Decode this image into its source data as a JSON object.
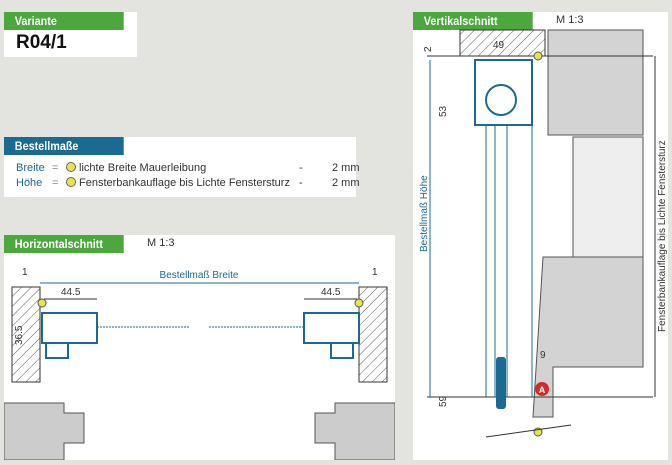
{
  "variante": {
    "header": "Variante",
    "value": "R04/1"
  },
  "bestellmasse": {
    "header": "Bestellmaße",
    "rows": [
      {
        "key": "Breite",
        "eq": "=",
        "desc": "lichte Breite Mauerleibung",
        "dash": "-",
        "value": "2 mm"
      },
      {
        "key": "Höhe",
        "eq": "=",
        "desc": "Fensterbankauflage bis Lichte Fenstersturz",
        "dash": "-",
        "value": "2 mm"
      }
    ]
  },
  "horizontal": {
    "header": "Horizontalschnitt",
    "scale": "M 1:3",
    "dim_width_label": "Bestellmaß Breite",
    "dim_left_gap": "1",
    "dim_right_gap": "1",
    "dim_left_depth": "44.5",
    "dim_right_depth": "44.5",
    "dim_side": "36.5"
  },
  "vertical": {
    "header": "Vertikalschnitt",
    "scale": "M 1:3",
    "dim_top_gap": "2",
    "dim_box_width": "49",
    "dim_box_height": "53",
    "dim_bottom": "59",
    "dim_offset": "9",
    "height_label": "Bestellmaß Höhe",
    "right_label": "Fensterbankauflage bis Lichte Fenstersturz",
    "marker": "A"
  },
  "colors": {
    "green": "#4ca83c",
    "blue": "#1b6a92",
    "profile": "#1b6a92",
    "marker": "#d42a2a"
  }
}
